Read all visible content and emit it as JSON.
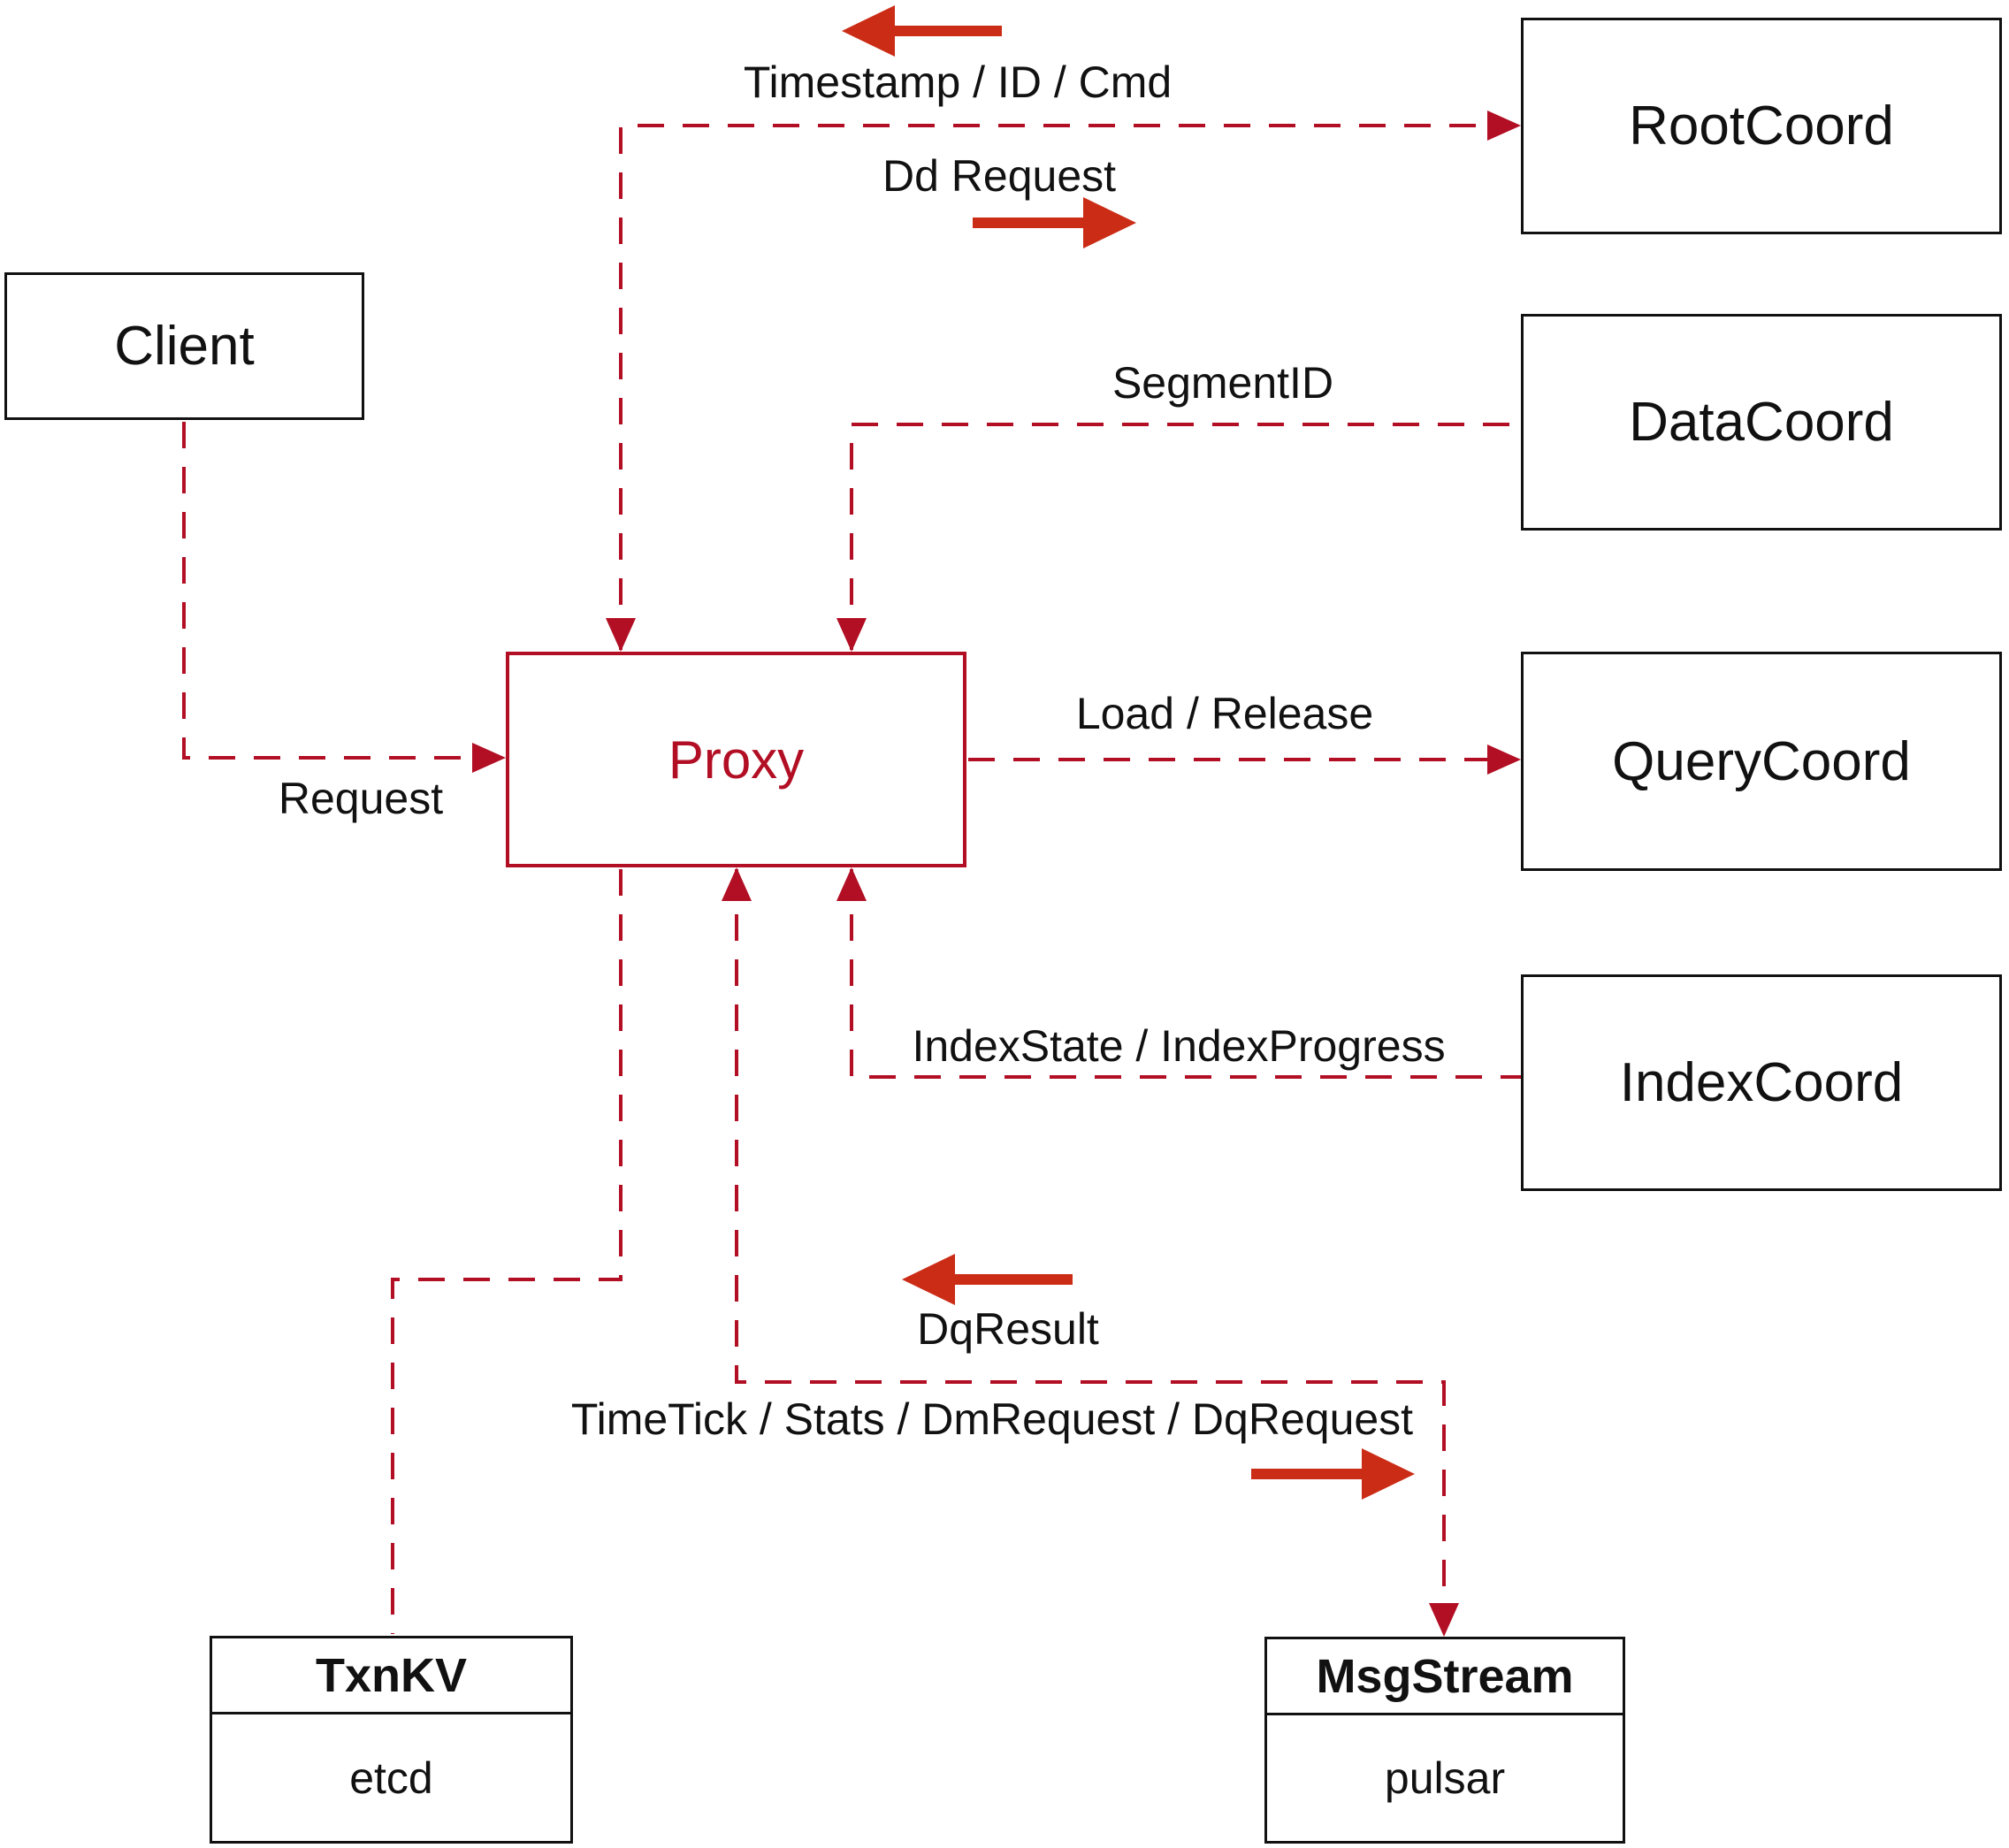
{
  "diagram": {
    "boxes": {
      "client": {
        "label": "Client"
      },
      "proxy": {
        "label": "Proxy"
      },
      "root_coord": {
        "label": "RootCoord"
      },
      "data_coord": {
        "label": "DataCoord"
      },
      "query_coord": {
        "label": "QueryCoord"
      },
      "index_coord": {
        "label": "IndexCoord"
      },
      "txn_kv": {
        "title": "TxnKV",
        "impl": "etcd"
      },
      "msg_stream": {
        "title": "MsgStream",
        "impl": "pulsar"
      }
    },
    "edge_labels": {
      "timestamp_id_cmd": "Timestamp / ID / Cmd",
      "dd_request": "Dd Request",
      "segment_id": "SegmentID",
      "load_release": "Load / Release",
      "request": "Request",
      "index_state": "IndexState / IndexProgress",
      "dq_result": "DqResult",
      "time_tick": "TimeTick / Stats / DmRequest / DqRequest"
    },
    "colors": {
      "line_red": "#b20e24",
      "solid_arrow_red": "#cb2c16",
      "box_border": "#111111",
      "text": "#111111"
    }
  }
}
